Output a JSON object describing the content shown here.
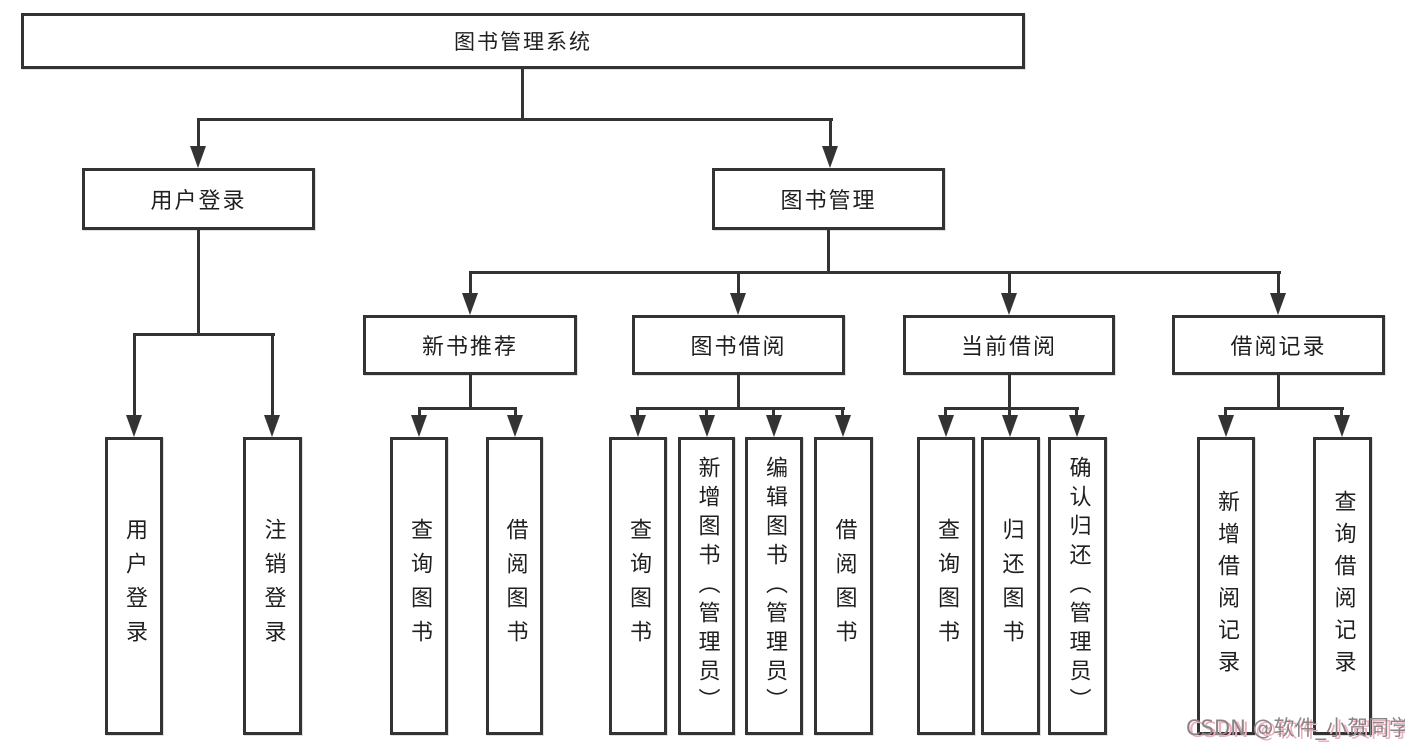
{
  "nodes": {
    "root": "图书管理系统",
    "user_login": "用户登录",
    "book_mgmt": "图书管理",
    "level3": [
      "新书推荐",
      "图书借阅",
      "当前借阅",
      "借阅记录"
    ],
    "leaves_user": [
      "用户登录",
      "注销登录"
    ],
    "leaves_recommend": [
      "查询图书",
      "借阅图书"
    ],
    "leaves_borrow": [
      "查询图书",
      "新增图书（管理员）",
      "编辑图书（管理员）",
      "借阅图书"
    ],
    "leaves_current": [
      "查询图书",
      "归还图书",
      "确认归还（管理员）"
    ],
    "leaves_records": [
      "新增借阅记录",
      "查询借阅记录"
    ]
  },
  "watermark": {
    "text": "CSDN @软件_小贺同学"
  }
}
